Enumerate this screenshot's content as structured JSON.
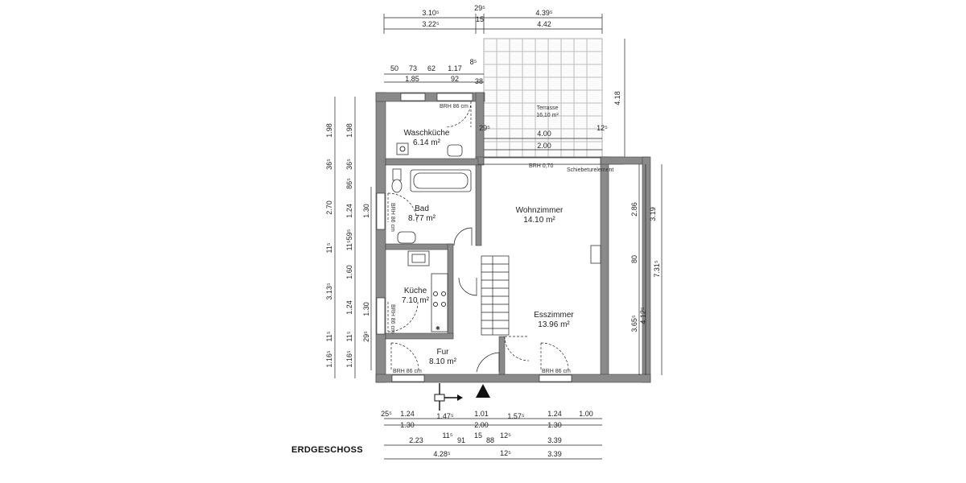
{
  "title": "ERDGESCHOSS",
  "rooms": {
    "terrasse": {
      "name": "Terrasse",
      "area": "16,10 m²"
    },
    "waschkueche": {
      "name": "Waschküche",
      "area": "6.14 m²"
    },
    "bad": {
      "name": "Bad",
      "area": "8.77 m²"
    },
    "kueche": {
      "name": "Küche",
      "area": "7.10 m²"
    },
    "flur": {
      "name": "Fur",
      "area": "8.10 m²"
    },
    "wohnzimmer": {
      "name": "Wohnzimmer",
      "area": "14.10 m²"
    },
    "esszimmer": {
      "name": "Esszimmer",
      "area": "13.96 m²"
    }
  },
  "labels": {
    "brh1": "BRH 86 cm",
    "brh2": "BRH 86 cm",
    "brh3": "BRH 86 cm",
    "brh_bad": "BRH 86 cm",
    "brh_kueche": "BRH 86 cm",
    "brh_wohn": "BRH 0,70",
    "schiebe": "Schiebeturelement"
  },
  "dims_top": {
    "r1_a": "3.10⁵",
    "r1_b": "29⁵",
    "r1_c": "4.39⁵",
    "r2_a": "3.22⁵",
    "r2_b": "15",
    "r2_c": "4.42",
    "w1": "50",
    "w2": "73",
    "w3": "62",
    "w4": "1.17",
    "w5": "8⁵",
    "w6": "1.85",
    "w7": "92",
    "w8": "38",
    "t1": "29⁵",
    "t2": "4.00",
    "t3": "12⁵",
    "t4": "2.00",
    "right_top": "4.18"
  },
  "dims_left": {
    "a1": "1.98",
    "a2": "36⁵",
    "a3": "2.70",
    "a4": "11⁵",
    "a5": "3.13⁵",
    "a6": "1.16⁵",
    "a7": "11⁵",
    "b1": "1.98",
    "b2": "36⁵",
    "b3": "86⁵",
    "b4": "1.24",
    "b5": "11⁵59⁵",
    "b6": "1.60",
    "b7": "1.24",
    "b8": "11⁵",
    "b9": "1.16⁵",
    "c1": "1.30",
    "c2": "1.30",
    "c3": "29⁵"
  },
  "dims_right": {
    "r1": "2.86",
    "r2": "3.19",
    "r3": "80",
    "r4": "7.31⁵",
    "r5": "3.65⁵",
    "r6": "4.12⁵"
  },
  "dims_bottom": {
    "b1a": "25⁵",
    "b1b": "1.24",
    "b1c": "1.47⁵",
    "b1d": "1.01",
    "b1e": "1.57⁵",
    "b1f": "1.24",
    "b1g": "1.00",
    "b2a": "1.30",
    "b2b": "2.00",
    "b2c": "1.30",
    "b3a": "2.23",
    "b3b": "11⁵",
    "b3c": "91",
    "b3d": "15",
    "b3e": "88",
    "b3f": "12⁵",
    "b3g": "3.39",
    "b4a": "4.28⁵",
    "b4b": "12⁵",
    "b4c": "3.39"
  }
}
